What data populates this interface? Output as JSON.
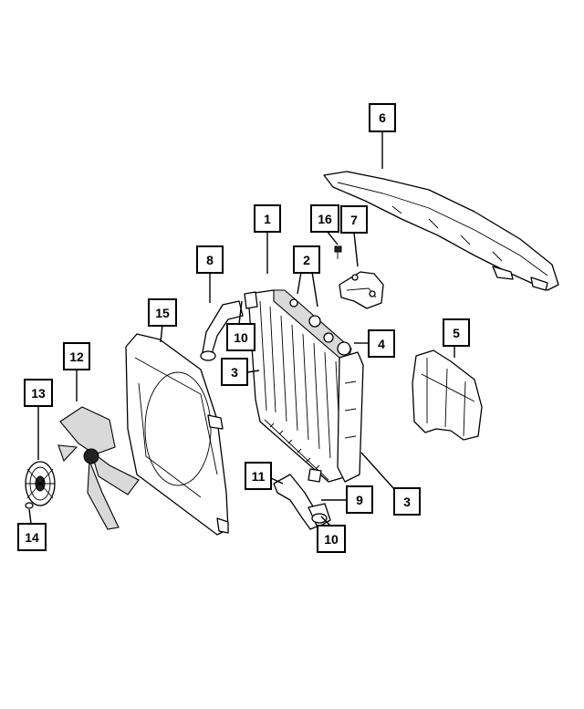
{
  "diagram": {
    "callouts": [
      {
        "id": "c6",
        "label": "6"
      },
      {
        "id": "c16",
        "label": "16"
      },
      {
        "id": "c7",
        "label": "7"
      },
      {
        "id": "c1",
        "label": "1"
      },
      {
        "id": "c2",
        "label": "2"
      },
      {
        "id": "c8",
        "label": "8"
      },
      {
        "id": "c15",
        "label": "15"
      },
      {
        "id": "c10a",
        "label": "10"
      },
      {
        "id": "c4",
        "label": "4"
      },
      {
        "id": "c5",
        "label": "5"
      },
      {
        "id": "c12",
        "label": "12"
      },
      {
        "id": "c3a",
        "label": "3"
      },
      {
        "id": "c13",
        "label": "13"
      },
      {
        "id": "c11",
        "label": "11"
      },
      {
        "id": "c9",
        "label": "9"
      },
      {
        "id": "c3b",
        "label": "3"
      },
      {
        "id": "c14",
        "label": "14"
      },
      {
        "id": "c10b",
        "label": "10"
      }
    ]
  }
}
